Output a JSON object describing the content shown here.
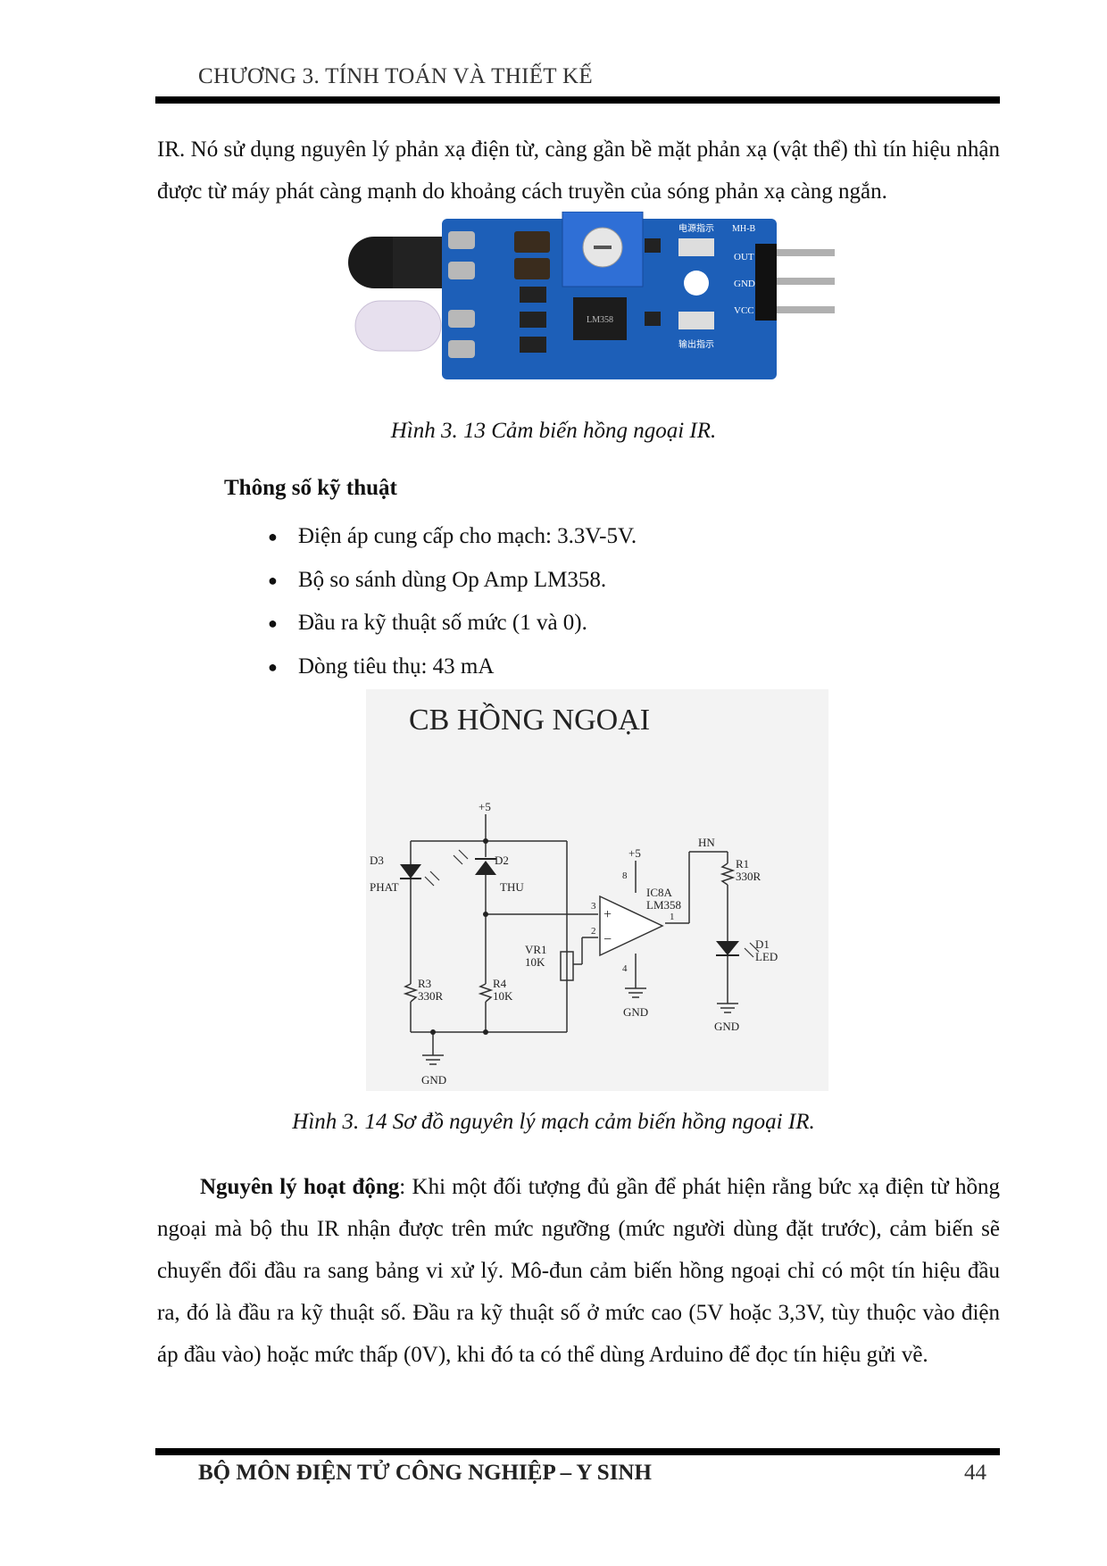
{
  "header": {
    "chapter_title": "CHƯƠNG 3. TÍNH TOÁN VÀ THIẾT KẾ"
  },
  "intro_paragraph": "IR. Nó sử dụng nguyên lý phản xạ điện từ, càng gần bề mặt phản xạ (vật thể) thì tín hiệu nhận được từ máy phát càng mạnh do khoảng cách truyền của sóng phản xạ càng ngắn.",
  "figure1": {
    "caption": "Hình 3. 13 Cảm biến hồng ngoại IR.",
    "board_label": "MH-B",
    "pin_labels": [
      "OUT",
      "GND",
      "VCC"
    ],
    "silk_top": "电源指示",
    "silk_bottom": "输出指示",
    "chip_label": "LM358",
    "colors": {
      "board": "#1d5fb8",
      "pot": "#2f6fd6"
    }
  },
  "specs": {
    "heading": "Thông số kỹ thuật",
    "items": [
      "Điện áp cung cấp cho mạch: 3.3V-5V.",
      "Bộ so sánh dùng Op Amp LM358.",
      "Đầu ra kỹ thuật số mức (1 và 0).",
      "Dòng tiêu thụ: 43 mA"
    ]
  },
  "figure2": {
    "title": "CB HỒNG NGOẠI",
    "caption": "Hình 3. 14 Sơ đồ nguyên lý mạch cảm biến hồng ngoại IR.",
    "labels": {
      "vcc_left": "+5",
      "vcc_op": "+5",
      "d3": "D3",
      "phat": "PHAT",
      "d2": "D2",
      "thu": "THU",
      "r3": "R3",
      "r3_val": "330R",
      "r4": "R4",
      "r4_val": "10K",
      "vr1": "VR1",
      "vr1_val": "10K",
      "gnd_left": "GND",
      "ic": "IC8A",
      "ic_part": "LM358",
      "pin3": "3",
      "pin2": "2",
      "pin1": "1",
      "pin8": "8",
      "pin4": "4",
      "plus": "+",
      "minus": "−",
      "gnd_op": "GND",
      "hn": "HN",
      "r1": "R1",
      "r1_val": "330R",
      "d1": "D1",
      "led": "LED",
      "gnd_right": "GND"
    }
  },
  "principle": {
    "label": "Nguyên lý hoạt động",
    "text": ": Khi một đối tượng đủ gần để phát hiện rằng bức xạ điện từ hồng ngoại mà bộ thu IR nhận được trên mức ngưỡng (mức người dùng đặt trước), cảm biến sẽ chuyển đổi đầu ra sang bảng vi xử lý. Mô-đun cảm biến hồng ngoại chỉ có một tín hiệu đầu ra, đó là đầu ra kỹ thuật số. Đầu ra kỹ thuật số ở mức cao (5V hoặc 3,3V, tùy thuộc vào điện áp đầu vào) hoặc mức thấp (0V), khi đó ta có thể dùng Arduino để đọc tín hiệu gửi về."
  },
  "footer": {
    "department": "BỘ MÔN ĐIỆN TỬ CÔNG NGHIỆP – Y SINH",
    "page_number": "44"
  }
}
